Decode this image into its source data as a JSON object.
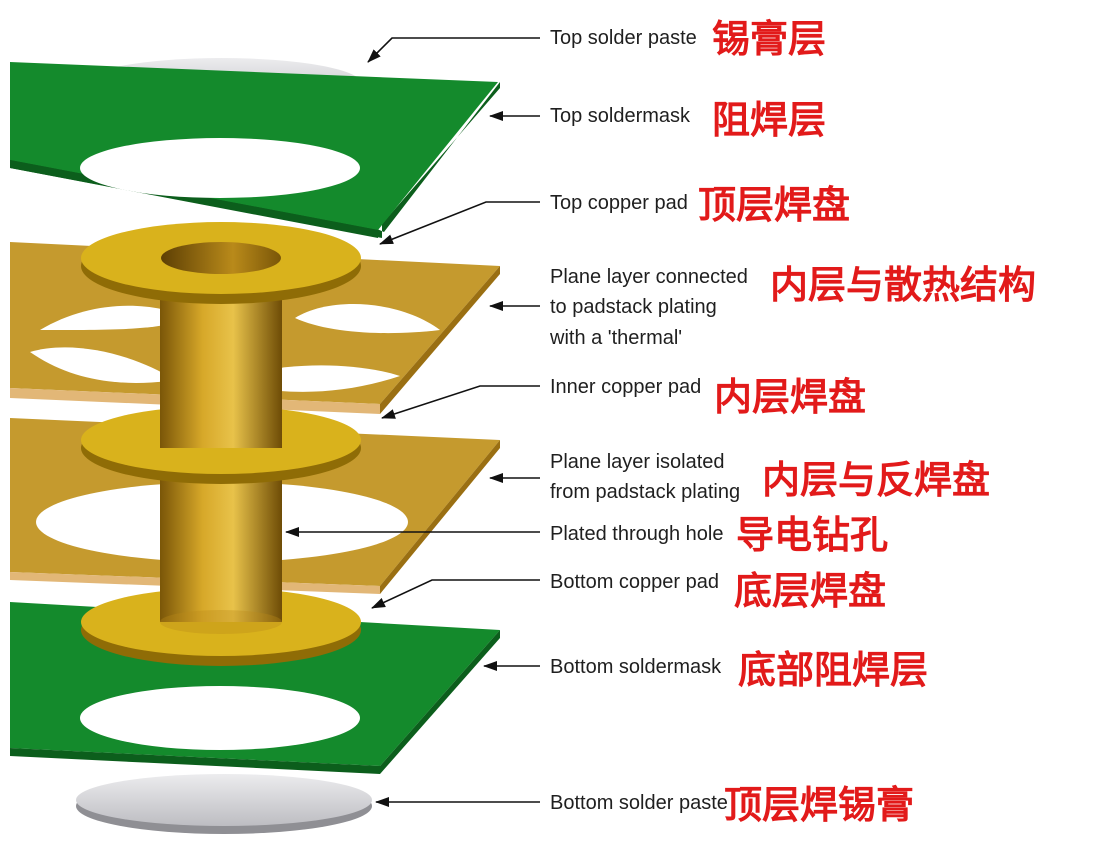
{
  "diagram": {
    "labels": [
      {
        "id": "top-solder-paste",
        "en": [
          "Top solder paste"
        ],
        "cn": "锡膏层"
      },
      {
        "id": "top-soldermask",
        "en": [
          "Top soldermask"
        ],
        "cn": "阻焊层"
      },
      {
        "id": "top-copper-pad",
        "en": [
          "Top copper pad"
        ],
        "cn": "顶层焊盘"
      },
      {
        "id": "plane-layer-connected",
        "en": [
          "Plane layer connected",
          "to padstack plating",
          "with a 'thermal'"
        ],
        "cn": "内层与散热结构"
      },
      {
        "id": "inner-copper-pad",
        "en": [
          "Inner copper pad"
        ],
        "cn": "内层焊盘"
      },
      {
        "id": "plane-layer-isolated",
        "en": [
          "Plane layer isolated",
          "from padstack plating"
        ],
        "cn": "内层与反焊盘"
      },
      {
        "id": "plated-through-hole",
        "en": [
          "Plated through hole"
        ],
        "cn": "导电钻孔"
      },
      {
        "id": "bottom-copper-pad",
        "en": [
          "Bottom copper pad"
        ],
        "cn": "底层焊盘"
      },
      {
        "id": "bottom-soldermask",
        "en": [
          "Bottom soldermask"
        ],
        "cn": "底部阻焊层"
      },
      {
        "id": "bottom-solder-paste",
        "en": [
          "Bottom solder paste"
        ],
        "cn": "顶层焊锡膏"
      }
    ]
  },
  "colors": {
    "soldermask": "#148a2c",
    "soldermask_edge": "#0c5e1c",
    "copper_plane": "#c59a2e",
    "copper_plane_edge": "#9a6f12",
    "copper_pad": "#d9b21c",
    "paste": "#d6d6d8",
    "annotation": "#e21a1a"
  }
}
